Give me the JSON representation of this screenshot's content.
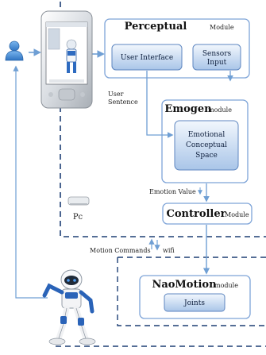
{
  "modules": {
    "perceptual": {
      "title": "Perceptual",
      "suffix": "Module"
    },
    "emogen": {
      "title": "Emogen",
      "suffix": "module"
    },
    "controller": {
      "title": "Controller",
      "suffix": "Module"
    },
    "naomotion": {
      "title": "NaoMotion",
      "suffix": "module"
    }
  },
  "boxes": {
    "user_interface": "User Interface",
    "sensors_input": [
      "Sensors",
      "Input"
    ],
    "emotional_space": [
      "Emotional",
      "Conceptual",
      "Space"
    ],
    "joints": "Joints"
  },
  "labels": {
    "user_sentence": [
      "User",
      "Sentence"
    ],
    "emotion_value": "Emotion Value",
    "motion_commands": "Motion Commands",
    "wifi": "wifi",
    "pc": "Pc"
  },
  "colors": {
    "arrow_blue": "#6f9fd4",
    "dash_navy": "#1d3e74",
    "box_border": "#7ea4d8",
    "inner_fill_top": "#eef4fc",
    "inner_fill_bottom": "#a7c3e6"
  },
  "icons": [
    "user-icon",
    "smartphone-icon",
    "robot-icon",
    "mac-mini-icon"
  ]
}
